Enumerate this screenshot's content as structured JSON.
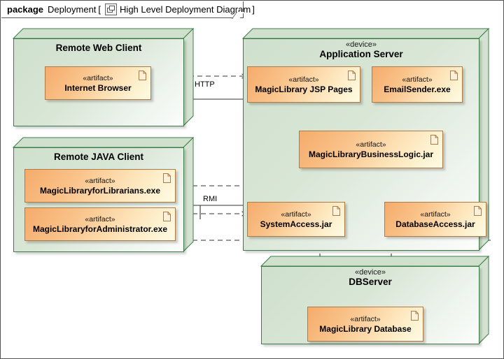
{
  "frame": {
    "keyword": "package",
    "package_name": "Deployment",
    "bracket_open": "[",
    "icon": "diagram-icon",
    "diagram_name": "High Level Deployment Diagram",
    "bracket_close": "]"
  },
  "colors": {
    "node_border": "#3c7c47",
    "node_fill_light": "#fbfdfb",
    "node_fill_dark": "#cfe0cd",
    "artifact_border": "#b07a43",
    "artifact_fill_dark": "#f5ab6b",
    "artifact_fill_light": "#fefae4",
    "connector": "#333333",
    "frame_border": "#555555",
    "canvas_bg": "#ffffff"
  },
  "stereotypes": {
    "device": "«device»",
    "artifact": "«artifact»"
  },
  "nodes": [
    {
      "id": "remote-web-client",
      "name": "Remote Web Client",
      "stereotype": ""
    },
    {
      "id": "application-server",
      "name": "Application Server",
      "stereotype": "«device»"
    },
    {
      "id": "remote-java-client",
      "name": "Remote JAVA Client",
      "stereotype": ""
    },
    {
      "id": "dbserver",
      "name": "DBServer",
      "stereotype": "«device»"
    }
  ],
  "artifacts": [
    {
      "id": "internet-browser",
      "stereotype": "«artifact»",
      "name": "Internet Browser",
      "parent": "remote-web-client"
    },
    {
      "id": "jsp-pages",
      "stereotype": "«artifact»",
      "name": "MagicLibrary JSP Pages",
      "parent": "application-server"
    },
    {
      "id": "email-sender",
      "stereotype": "«artifact»",
      "name": "EmailSender.exe",
      "parent": "application-server"
    },
    {
      "id": "business-logic",
      "stereotype": "«artifact»",
      "name": "MagicLibraryBusinessLogic.jar",
      "parent": "application-server"
    },
    {
      "id": "system-access",
      "stereotype": "«artifact»",
      "name": "SystemAccess.jar",
      "parent": "application-server"
    },
    {
      "id": "database-access",
      "stereotype": "«artifact»",
      "name": "DatabaseAccess.jar",
      "parent": "application-server"
    },
    {
      "id": "librarians-exe",
      "stereotype": "«artifact»",
      "name": "MagicLibraryforLibrarians.exe",
      "parent": "remote-java-client"
    },
    {
      "id": "administrator-exe",
      "stereotype": "«artifact»",
      "name": "MagicLibraryforAdministrator.exe",
      "parent": "remote-java-client"
    },
    {
      "id": "magiclibrary-db",
      "stereotype": "«artifact»",
      "name": "MagicLibrary Database",
      "parent": "dbserver"
    }
  ],
  "connections": [
    {
      "id": "http-link",
      "label": "HTTP",
      "from": "internet-browser",
      "to": "jsp-pages",
      "style": "dashed"
    },
    {
      "id": "rmi-link",
      "label": "RMI",
      "from": "librarians-exe",
      "to": "system-access",
      "style": "dashed"
    },
    {
      "id": "rmi-link-admin",
      "label": "",
      "from": "administrator-exe",
      "to": "system-access",
      "style": "dashed"
    },
    {
      "id": "jsp-to-logic",
      "label": "",
      "from": "jsp-pages",
      "to": "business-logic",
      "style": "dashed"
    },
    {
      "id": "jsp-to-sysaccess",
      "label": "",
      "from": "jsp-pages",
      "to": "system-access",
      "style": "dashed"
    },
    {
      "id": "sysaccess-to-logic",
      "label": "",
      "from": "system-access",
      "to": "business-logic",
      "style": "dashed"
    },
    {
      "id": "dbaccess-to-logic",
      "label": "",
      "from": "database-access",
      "to": "business-logic",
      "style": "dashed"
    },
    {
      "id": "logic-to-email",
      "label": "",
      "from": "business-logic",
      "to": "email-sender",
      "style": "dashed"
    },
    {
      "id": "logic-to-dbaccess",
      "label": "",
      "from": "business-logic",
      "to": "database-access",
      "style": "dashed"
    },
    {
      "id": "sysaccess-to-dbaccess",
      "label": "",
      "from": "system-access",
      "to": "database-access",
      "style": "dashed"
    },
    {
      "id": "sysaccess-to-db",
      "label": "",
      "from": "system-access",
      "to": "magiclibrary-db",
      "style": "dashed"
    },
    {
      "id": "dbaccess-to-db",
      "label": "",
      "from": "database-access",
      "to": "magiclibrary-db",
      "style": "dashed"
    }
  ]
}
